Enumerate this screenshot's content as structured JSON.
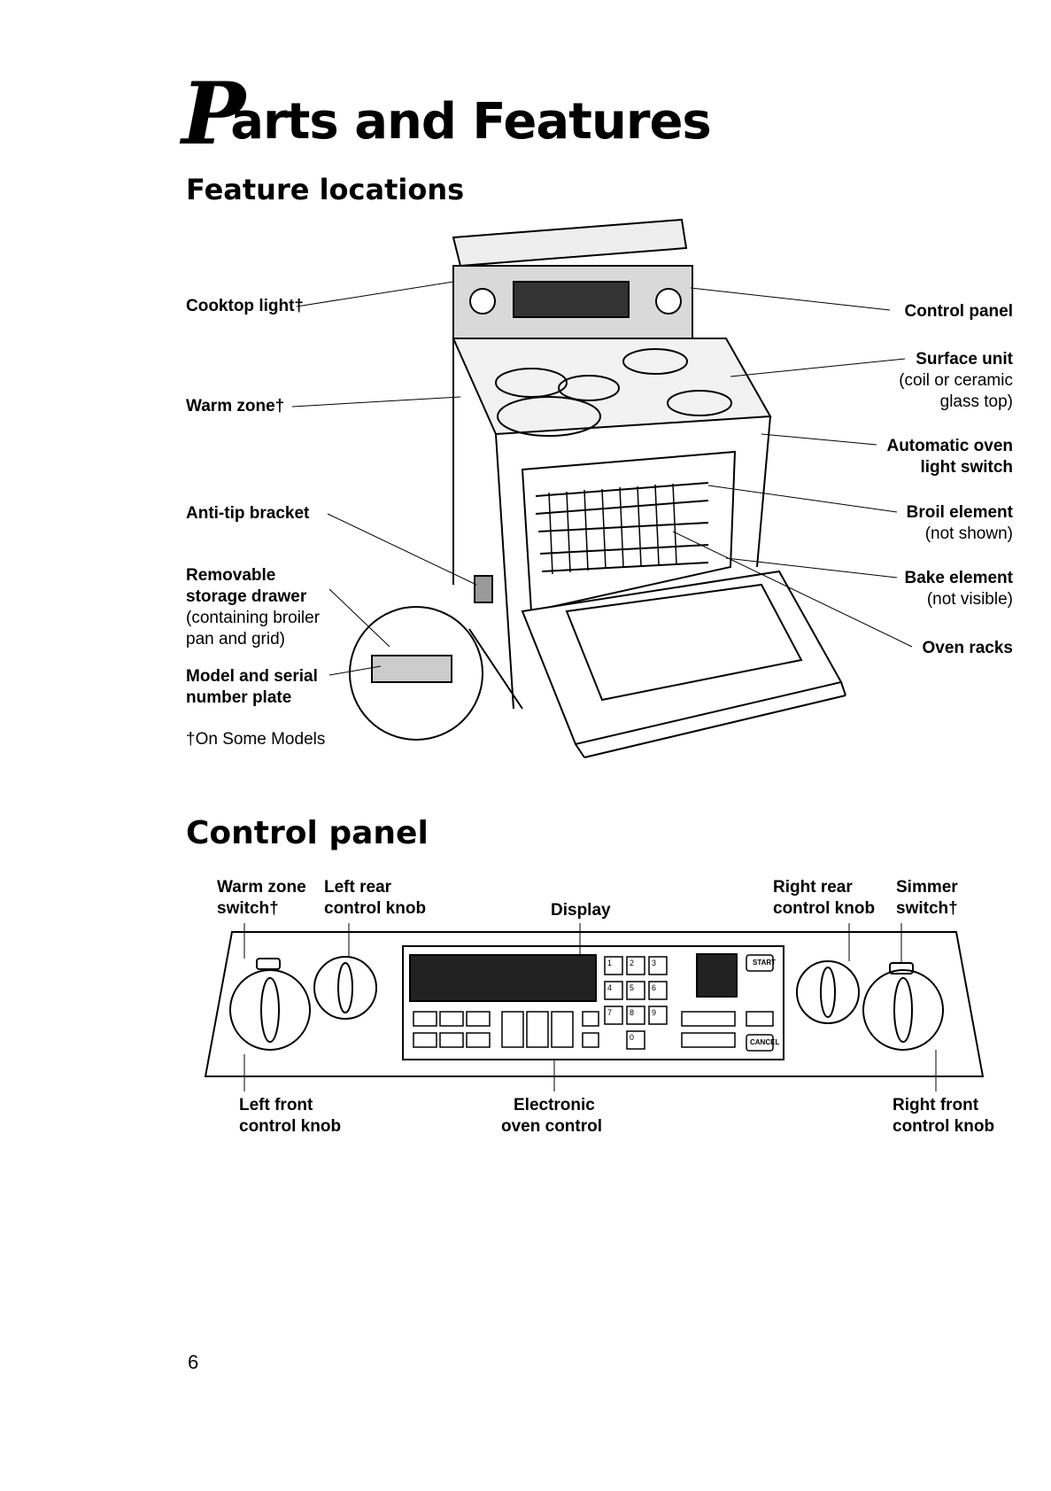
{
  "page": {
    "title_cap": "P",
    "title_rest": "arts and Features",
    "section1": "Feature locations",
    "section2": "Control panel",
    "page_number": "6"
  },
  "feature_labels": {
    "cooktop_light": "Cooktop light†",
    "warm_zone": "Warm zone†",
    "anti_tip": "Anti-tip bracket",
    "storage_1": "Removable",
    "storage_2": "storage drawer",
    "storage_3": "(containing broiler",
    "storage_4": "pan and grid)",
    "model_1": "Model and serial",
    "model_2": "number plate",
    "footnote": "†On Some Models",
    "control_panel": "Control panel",
    "surface_1": "Surface unit",
    "surface_2": "(coil or ceramic",
    "surface_3": "glass top)",
    "auto_light_1": "Automatic oven",
    "auto_light_2": "light switch",
    "broil_1": "Broil element",
    "broil_2": "(not shown)",
    "bake_1": "Bake element",
    "bake_2": "(not visible)",
    "racks": "Oven racks"
  },
  "panel_labels": {
    "warm_switch_1": "Warm zone",
    "warm_switch_2": "switch†",
    "left_rear_1": "Left rear",
    "left_rear_2": "control knob",
    "display": "Display",
    "right_rear_1": "Right rear",
    "right_rear_2": "control knob",
    "simmer_1": "Simmer",
    "simmer_2": "switch†",
    "left_front_1": "Left front",
    "left_front_2": "control knob",
    "electronic_1": "Electronic",
    "electronic_2": "oven control",
    "right_front_1": "Right front",
    "right_front_2": "control knob"
  },
  "panel_keys": {
    "start": "START",
    "cancel": "CANCEL",
    "n1": "1",
    "n2": "2",
    "n3": "3",
    "n4": "4",
    "n5": "5",
    "n6": "6",
    "n7": "7",
    "n8": "8",
    "n9": "9",
    "n0": "0"
  }
}
